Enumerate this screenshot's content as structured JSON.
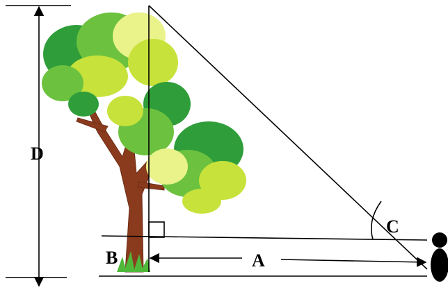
{
  "labels": {
    "height": "D",
    "eye_height": "B",
    "distance": "A",
    "angle": "C"
  },
  "colors": {
    "line": "#000000",
    "trunk": "#8a3b1e",
    "foliage_dark": "#2f9e3a",
    "foliage_mid": "#6cc23f",
    "foliage_light": "#c7e23a",
    "foliage_pale": "#eaf28a",
    "grass": "#4fb83a",
    "person": "#000000"
  }
}
